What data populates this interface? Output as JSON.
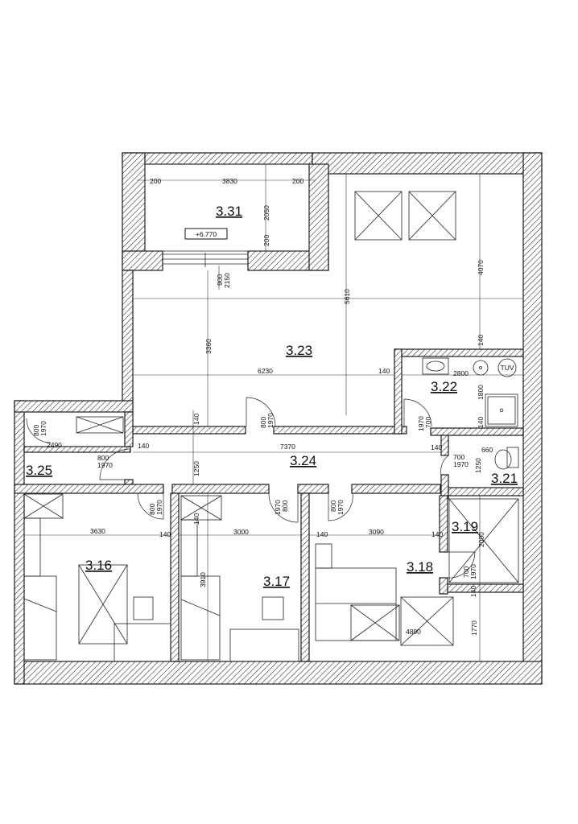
{
  "elevation_label": "+6.770",
  "rooms": [
    {
      "id": "3.31"
    },
    {
      "id": "3.23"
    },
    {
      "id": "3.22"
    },
    {
      "id": "3.25"
    },
    {
      "id": "3.24"
    },
    {
      "id": "3.21"
    },
    {
      "id": "3.19"
    },
    {
      "id": "3.16"
    },
    {
      "id": "3.17"
    },
    {
      "id": "3.18"
    }
  ],
  "fixtures": {
    "boiler": "TUV"
  },
  "dimensions": [
    "200",
    "3830",
    "200",
    "2050",
    "200",
    "900",
    "2150",
    "5610",
    "4070",
    "3360",
    "6230",
    "140",
    "2800",
    "140",
    "1800",
    "140",
    "800",
    "1970",
    "800",
    "1970",
    "700",
    "1970",
    "2490",
    "800",
    "1970",
    "140",
    "7370",
    "140",
    "660",
    "700",
    "1970",
    "1250",
    "140",
    "1250",
    "140",
    "800",
    "1970",
    "1970",
    "800",
    "800",
    "1970",
    "3630",
    "140",
    "3000",
    "140",
    "3090",
    "140",
    "2000",
    "700",
    "1970",
    "140",
    "3910",
    "4890",
    "1770"
  ]
}
